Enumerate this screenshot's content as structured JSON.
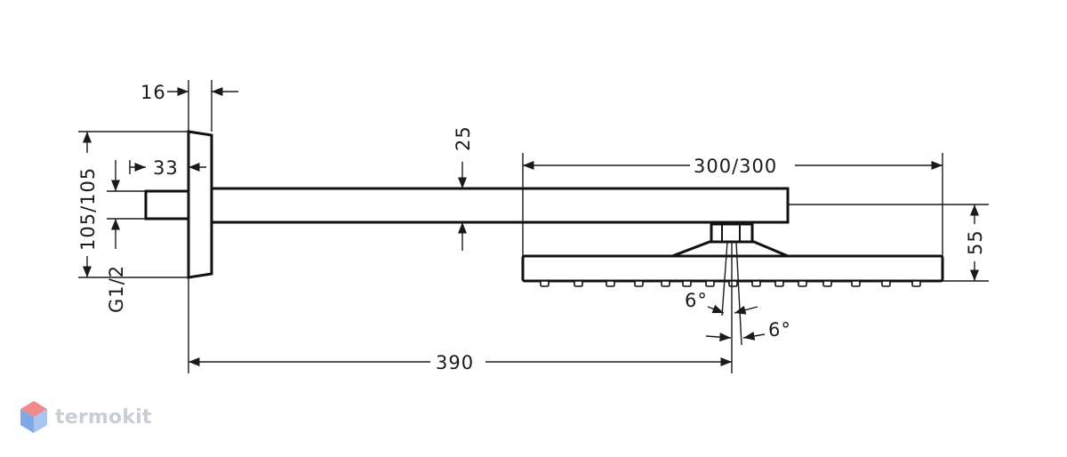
{
  "dimensions": {
    "d16": "16",
    "d33": "33",
    "d105": "105/105",
    "g12": "G1/2",
    "d25": "25",
    "d300": "300/300",
    "d55": "55",
    "d390": "390",
    "angle_upper": "6°",
    "angle_lower": "6°"
  },
  "watermark": {
    "text": "termokit",
    "colors": {
      "top": "#f08a8a",
      "left": "#7fa8e8",
      "right": "#a9c4ef"
    }
  }
}
